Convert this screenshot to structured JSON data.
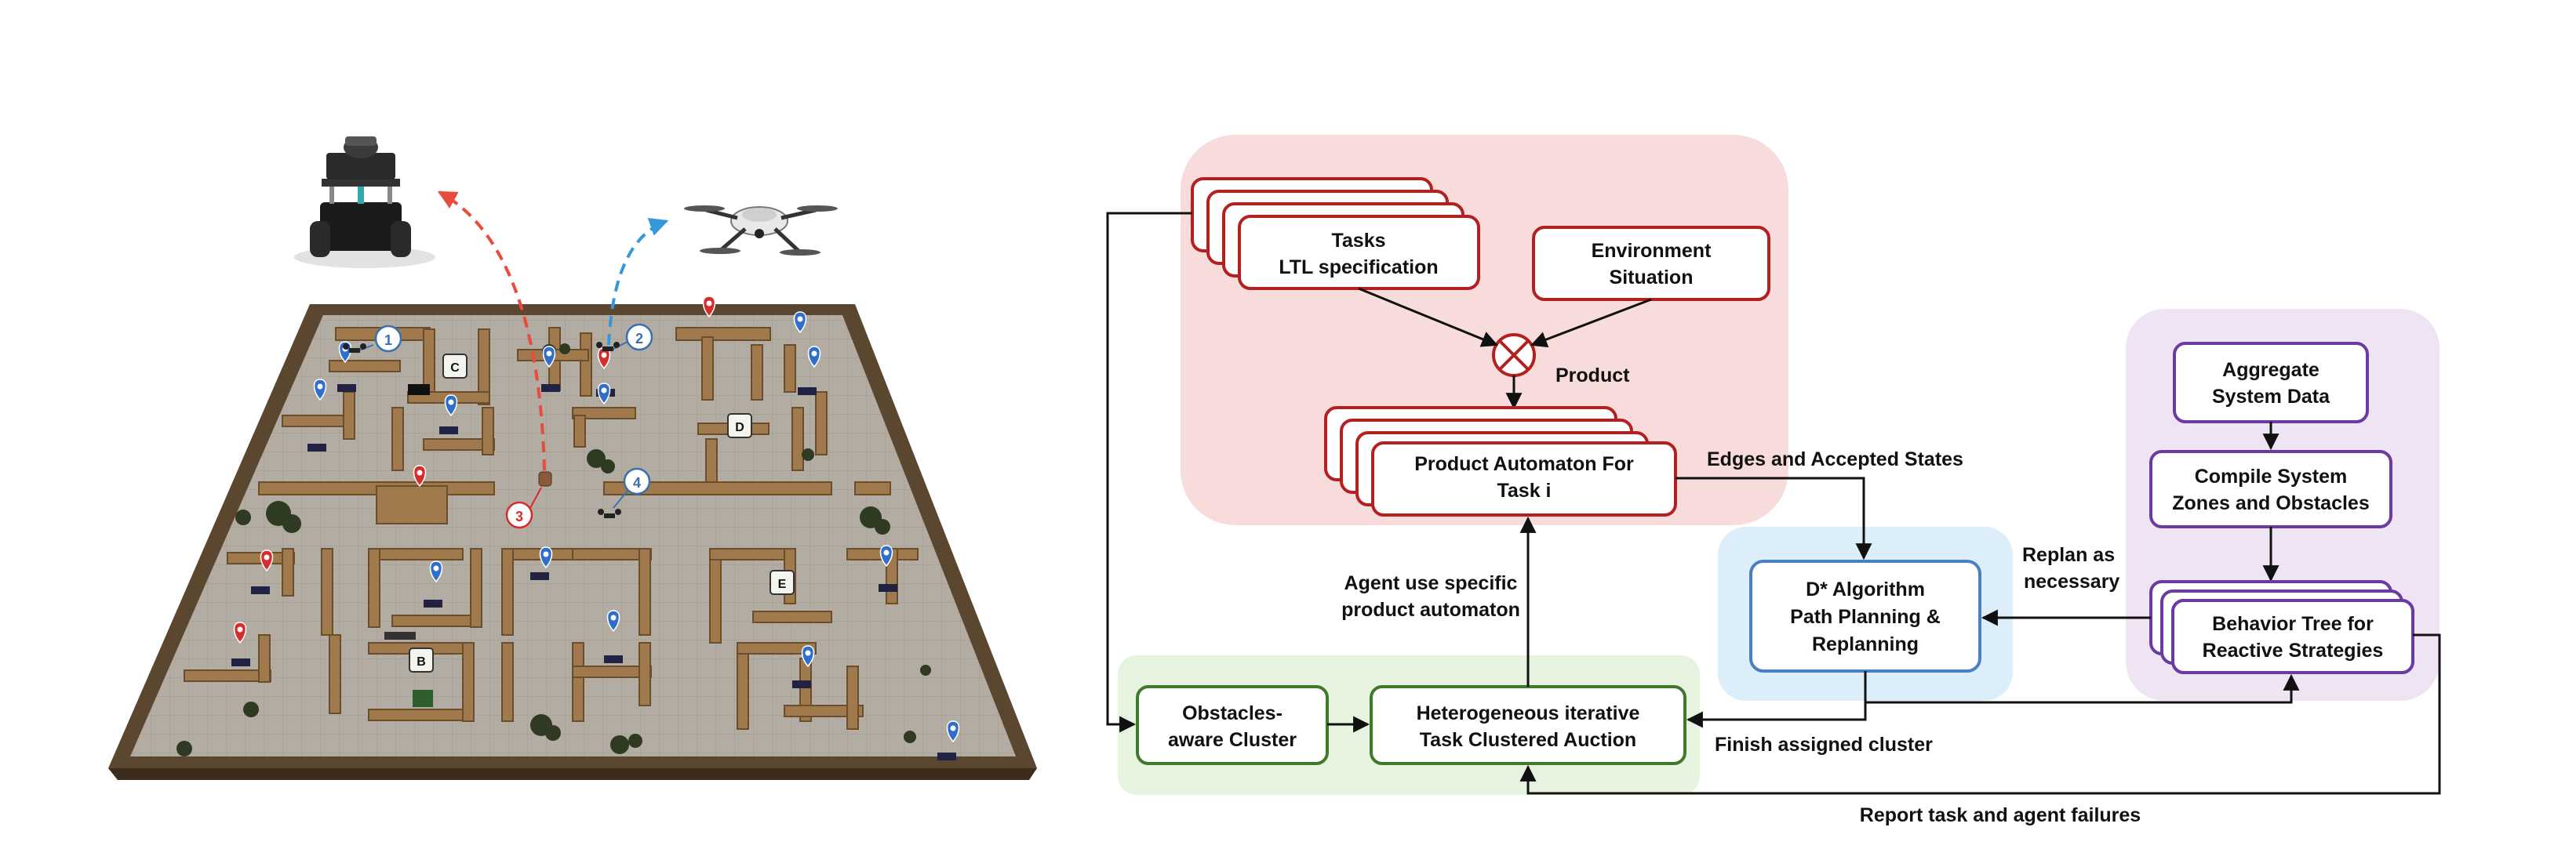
{
  "scene": {
    "waypoint_labels": [
      "1",
      "2",
      "3",
      "4"
    ],
    "zone_labels": [
      "C",
      "D",
      "E",
      "B"
    ],
    "colors": {
      "ground_robot_path": "#e74c3c",
      "drone_path": "#3498db",
      "ground_marker": "#d62c2c",
      "drone_marker": "#2f6fc9",
      "floor": "#b3aca3",
      "wall": "#a07a4c",
      "frame": "#4a3a26"
    },
    "icons": [
      "ground-robot-icon",
      "drone-icon",
      "location-pin-icon"
    ]
  },
  "flowchart": {
    "tasks": {
      "line1": "Tasks",
      "line2": "LTL specification"
    },
    "environment": {
      "line1": "Environment",
      "line2": "Situation"
    },
    "product_label": "Product",
    "product_automaton": {
      "line1": "Product Automaton For",
      "line2": "Task i"
    },
    "edges_label": "Edges and Accepted States",
    "replan_label": {
      "line1": "Replan as",
      "line2": "necessary"
    },
    "dstar": {
      "line1": "D* Algorithm",
      "line2": "Path Planning &",
      "line3": "Replanning"
    },
    "aggregate": {
      "line1": "Aggregate",
      "line2": "System Data"
    },
    "compile": {
      "line1": "Compile System",
      "line2": "Zones and Obstacles"
    },
    "behavior_tree": {
      "line1": "Behavior Tree for",
      "line2": "Reactive Strategies"
    },
    "agent_use": {
      "line1": "Agent use specific",
      "line2": "product automaton"
    },
    "obstacles": {
      "line1": "Obstacles-",
      "line2": "aware Cluster"
    },
    "heterogeneous": {
      "line1": "Heterogeneous iterative",
      "line2": "Task Clustered Auction"
    },
    "finish_label": "Finish assigned cluster",
    "report_label": "Report task and agent failures",
    "colors": {
      "red_region": "#f8dcdc",
      "red_border": "#b32020",
      "blue_region": "#dbeef9",
      "blue_border": "#4a7fc1",
      "purple_region": "#efe4f3",
      "purple_border": "#6a3ba0",
      "green_region": "#e6f3df",
      "green_border": "#3f7a2a"
    }
  }
}
